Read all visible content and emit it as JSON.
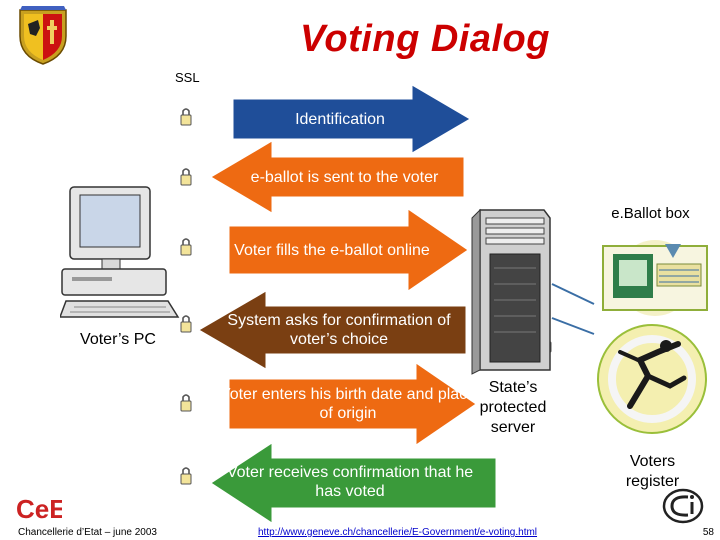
{
  "header": {
    "title": "Voting Dialog",
    "ssl_label": "SSL"
  },
  "steps": [
    {
      "label": "Identification"
    },
    {
      "label": "e-ballot is sent to the voter"
    },
    {
      "label": "Voter fills the e-ballot online"
    },
    {
      "label": "System asks for confirmation of voter’s choice"
    },
    {
      "label": "Voter enters his birth date and place of origin"
    },
    {
      "label": "Voter receives confirmation that he has voted"
    }
  ],
  "labels": {
    "voters_pc": "Voter’s PC",
    "eballot_box": "e.Ballot box",
    "server": "State’s protected server",
    "voters_register": "Voters register"
  },
  "footer": {
    "logo_text": "CeE",
    "left": "Chancellerie d’Etat – june 2003",
    "url": "http://www.geneve.ch/chancellerie/E-Government/e-voting.html",
    "page_number": "58"
  },
  "colors": {
    "blue_arrow": "#1f4e99",
    "orange_arrow": "#ee6a12",
    "brown_arrow": "#7a3f12",
    "green_arrow": "#3a9a3a",
    "title": "#cc0000"
  },
  "icons": [
    "geneva-coat-of-arms-icon",
    "padlock-icon",
    "computer-icon",
    "server-icon",
    "ballot-box-icon",
    "voters-register-icon",
    "cee-logo-icon",
    "ci-logo-icon"
  ]
}
